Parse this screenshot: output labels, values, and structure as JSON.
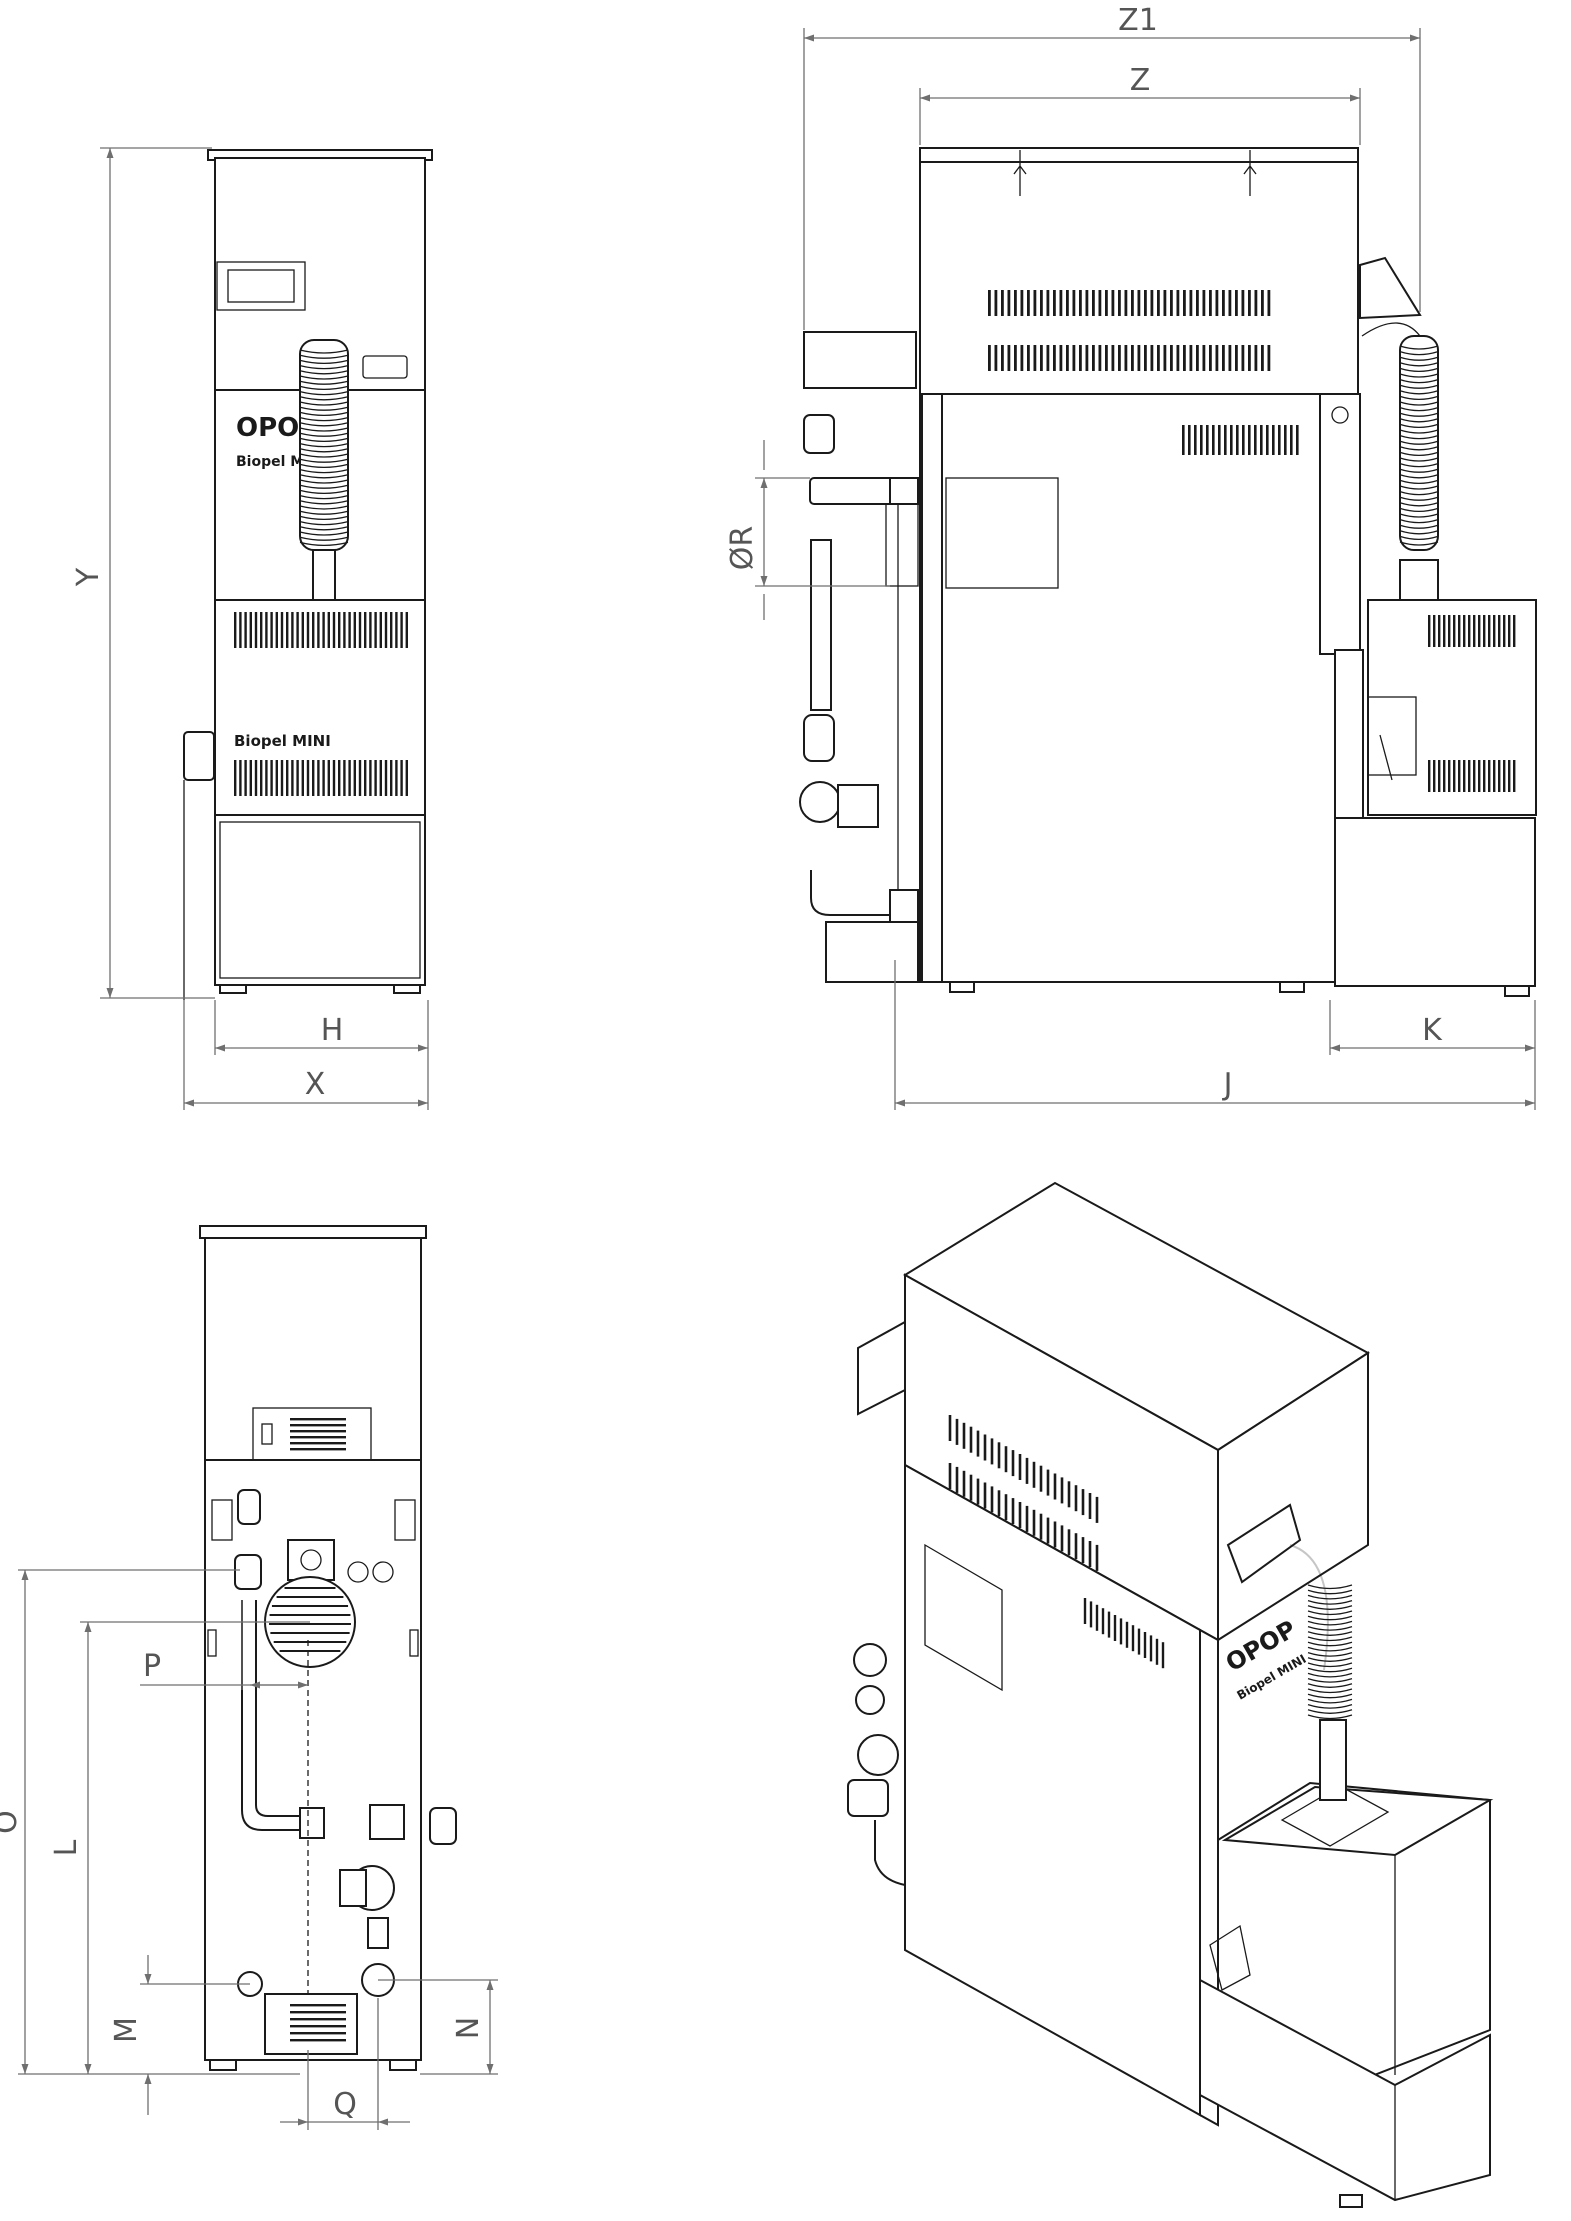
{
  "labels": {
    "Z1": "Z1",
    "Z": "Z",
    "Y": "Y",
    "H": "H",
    "X": "X",
    "K": "K",
    "J": "J",
    "OR": "ØR",
    "P": "P",
    "O": "O",
    "L": "L",
    "M": "M",
    "N": "N",
    "Q": "Q"
  },
  "brand": {
    "logo": "OPOP",
    "model": "Biopel MINI"
  },
  "colors": {
    "line": "#1a1a1a",
    "dimension": "#6f6f6f",
    "label": "#555555"
  }
}
